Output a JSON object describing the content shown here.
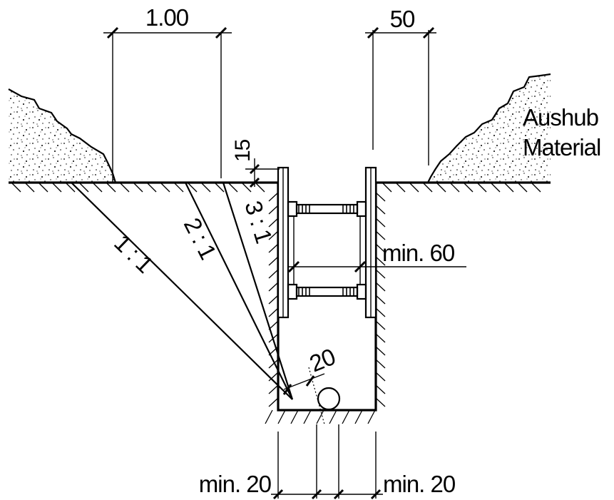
{
  "dimensions": {
    "top_left_width": "1.00",
    "top_right_width": "50",
    "edge_offset": "15",
    "trench_width": "min. 60",
    "pipe_cover": "20",
    "bottom_left": "min. 20",
    "bottom_right": "min. 20"
  },
  "slopes": {
    "flat": "1 : 1",
    "medium": "2 : 1",
    "steep": "3 : 1"
  },
  "spoil": {
    "line1": "Aushub",
    "line2": "Material"
  }
}
